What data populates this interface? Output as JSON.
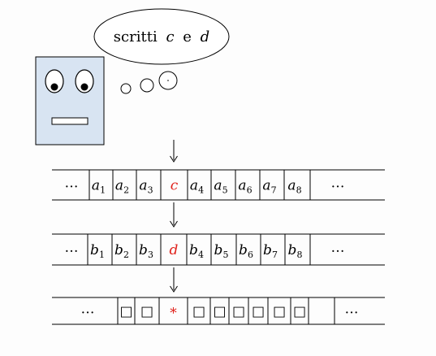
{
  "thought": {
    "text_plain": "scritti",
    "var1": "c",
    "conj": "e",
    "var2": "d"
  },
  "tape1": {
    "left_dots": "…",
    "cells": [
      {
        "base": "a",
        "sub": "1"
      },
      {
        "base": "a",
        "sub": "2"
      },
      {
        "base": "a",
        "sub": "3"
      },
      {
        "base": "c",
        "sub": "",
        "highlight": true
      },
      {
        "base": "a",
        "sub": "4"
      },
      {
        "base": "a",
        "sub": "5"
      },
      {
        "base": "a",
        "sub": "6"
      },
      {
        "base": "a",
        "sub": "7"
      },
      {
        "base": "a",
        "sub": "8"
      }
    ],
    "right_dots": "…"
  },
  "tape2": {
    "left_dots": "…",
    "cells": [
      {
        "base": "b",
        "sub": "1"
      },
      {
        "base": "b",
        "sub": "2"
      },
      {
        "base": "b",
        "sub": "3"
      },
      {
        "base": "d",
        "sub": "",
        "highlight": true
      },
      {
        "base": "b",
        "sub": "4"
      },
      {
        "base": "b",
        "sub": "5"
      },
      {
        "base": "b",
        "sub": "6"
      },
      {
        "base": "b",
        "sub": "7"
      },
      {
        "base": "b",
        "sub": "8"
      }
    ],
    "right_dots": "…"
  },
  "tape3": {
    "left_dots": "…",
    "cells": [
      {
        "base": "□",
        "sub": ""
      },
      {
        "base": "□",
        "sub": ""
      },
      {
        "base": "*",
        "sub": "",
        "highlight": true
      },
      {
        "base": "□",
        "sub": ""
      },
      {
        "base": "□",
        "sub": ""
      },
      {
        "base": "□",
        "sub": ""
      },
      {
        "base": "□",
        "sub": ""
      },
      {
        "base": "□",
        "sub": ""
      },
      {
        "base": "□",
        "sub": ""
      }
    ],
    "right_dots": "…"
  },
  "colors": {
    "robot_fill": "#d8e4f2",
    "highlight": "#e0201a",
    "stroke": "#000000"
  }
}
